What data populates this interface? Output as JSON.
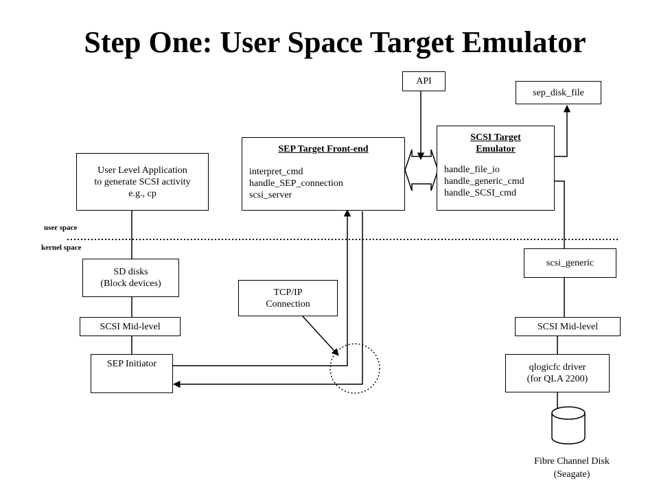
{
  "title": "Step One: User Space Target Emulator",
  "regions": {
    "user": "user space",
    "kernel": "kernel space"
  },
  "boxes": {
    "api": "API",
    "sep_disk_file": "sep_disk_file",
    "user_app": [
      "User Level Application",
      "to generate SCSI activity",
      "e.g., cp"
    ],
    "sep_frontend": {
      "heading": "SEP Target Front-end",
      "functions": [
        "interpret_cmd",
        "handle_SEP_connection",
        "scsi_server"
      ]
    },
    "scsi_emulator": {
      "heading": [
        "SCSI Target",
        "Emulator"
      ],
      "functions": [
        "handle_file_io",
        "handle_generic_cmd",
        "handle_SCSI_cmd"
      ]
    },
    "sd_disks": [
      "SD disks",
      "(Block devices)"
    ],
    "tcp_ip": [
      "TCP/IP",
      "Connection"
    ],
    "scsi_generic": "scsi_generic",
    "mid_left": "SCSI Mid-level",
    "mid_right": "SCSI Mid-level",
    "sep_initiator": "SEP Initiator",
    "qlogic": [
      "qlogicfc driver",
      "(for QLA 2200)"
    ]
  },
  "disk_label": [
    "Fibre Channel Disk",
    "(Seagate)"
  ]
}
